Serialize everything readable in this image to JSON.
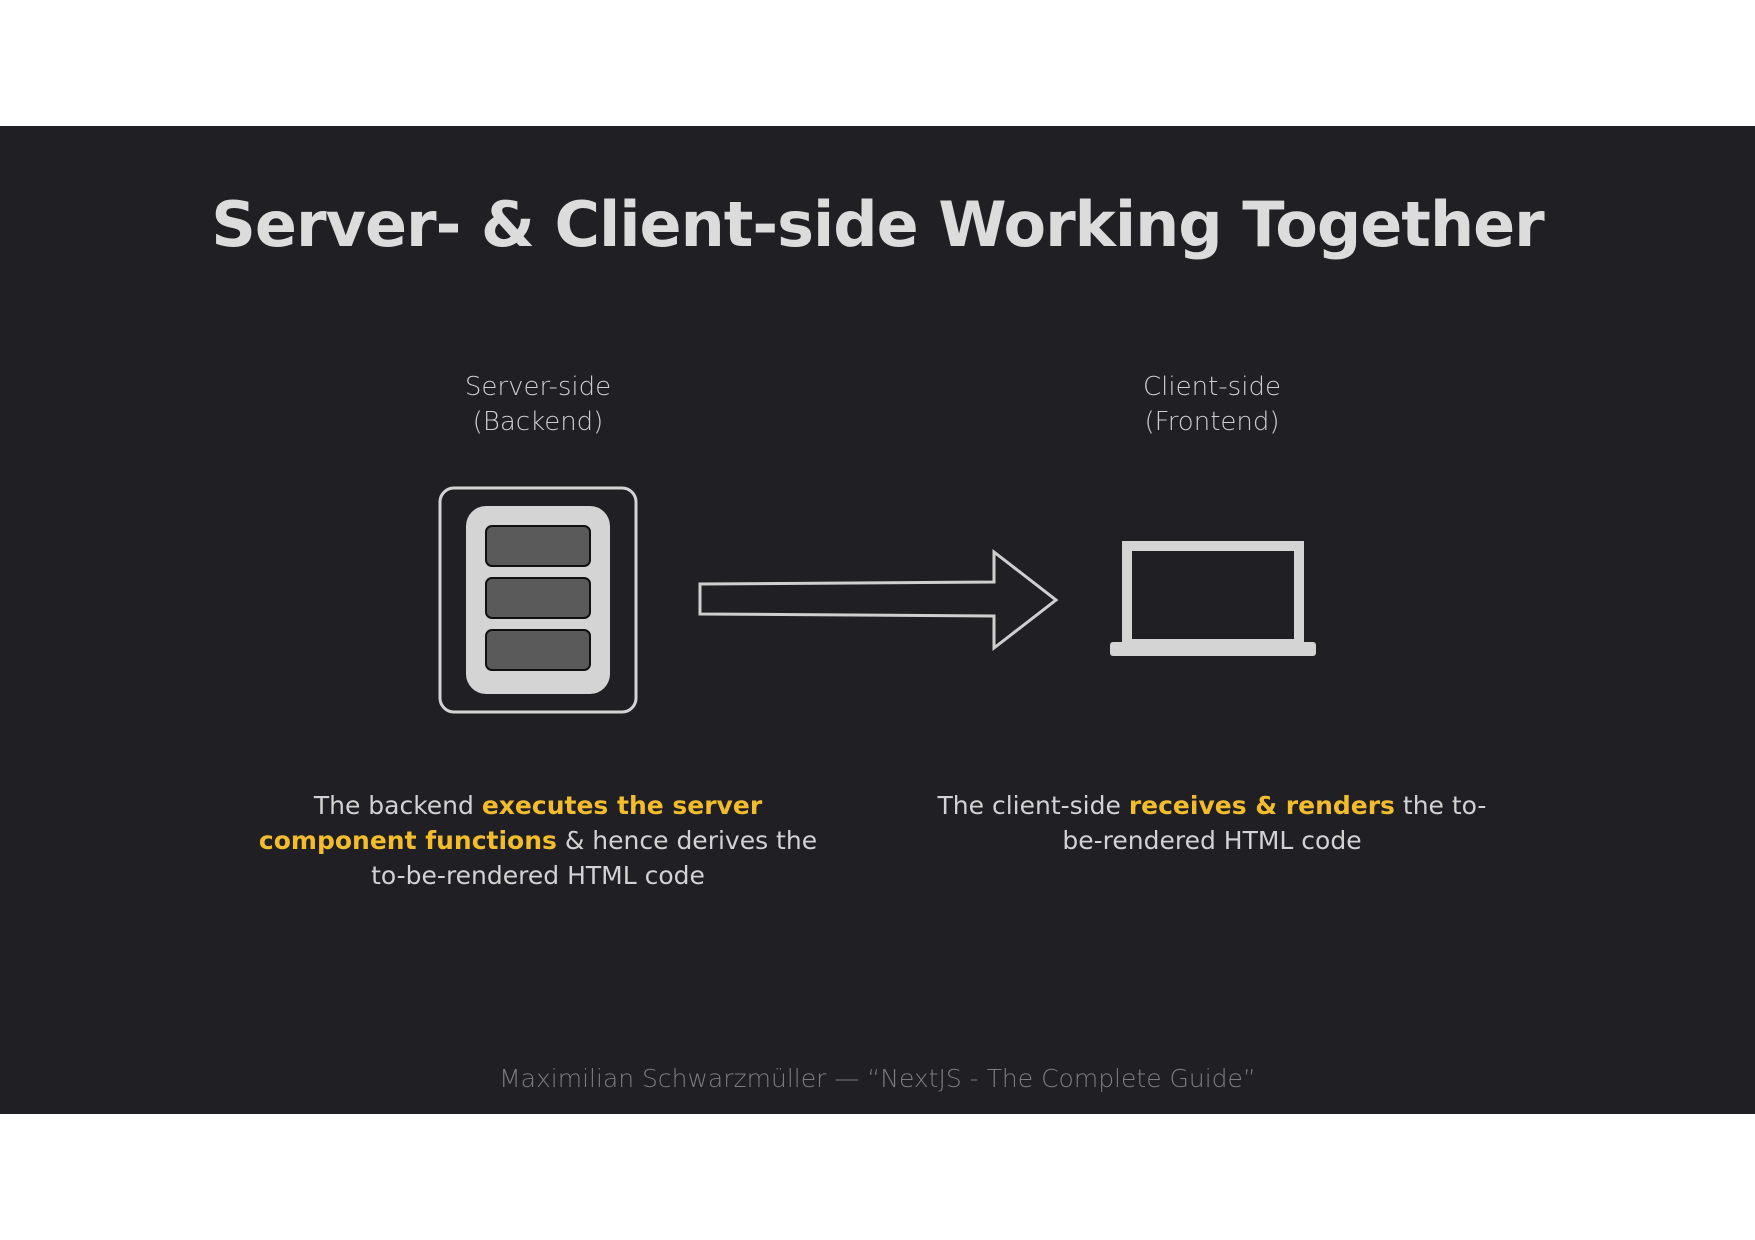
{
  "title": "Server- & Client-side Working Together",
  "server": {
    "label_line1": "Server-side",
    "label_line2": "(Backend)",
    "desc_part1": "The backend ",
    "desc_highlight": "executes the server component functions",
    "desc_part2": " & hence derives the to-be-rendered HTML code"
  },
  "client": {
    "label_line1": "Client-side",
    "label_line2": "(Frontend)",
    "desc_part1": "The client-side ",
    "desc_highlight": "receives & renders",
    "desc_part2": " the to-be-rendered HTML code"
  },
  "footer": "Maximilian Schwarzmüller — “NextJS - The Complete Guide”",
  "icons": [
    "server-icon",
    "arrow-right-icon",
    "laptop-icon"
  ],
  "colors": {
    "background": "#201f24",
    "highlight": "#f2bc2c",
    "text": "#d2d2d2"
  }
}
